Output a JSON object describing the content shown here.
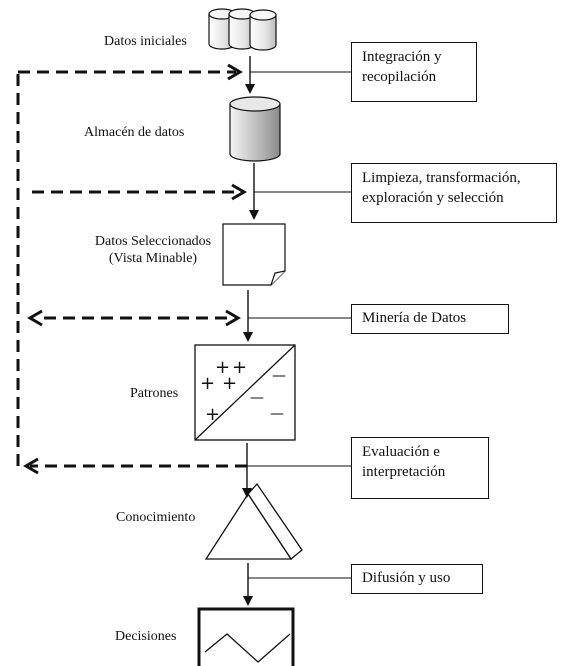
{
  "stages": {
    "datos_iniciales": "Datos iniciales",
    "almacen": "Almacén de datos",
    "seleccionados_1": "Datos Seleccionados",
    "seleccionados_2": "(Vista Minable)",
    "patrones": "Patrones",
    "conocimiento": "Conocimiento",
    "decisiones": "Decisiones"
  },
  "steps": {
    "integracion_1": "Integración y",
    "integracion_2": "recopilación",
    "limpieza_1": "Limpieza, transformación,",
    "limpieza_2": "exploración y selección",
    "mineria": "Minería de Datos",
    "evaluacion_1": "Evaluación e",
    "evaluacion_2": "interpretación",
    "difusion": "Difusión y uso"
  },
  "patron_symbols": {
    "plus": "+",
    "minus": "—"
  },
  "colors": {
    "line": "#111111",
    "cylinder_light": "#f2f2f2",
    "cylinder_dark": "#8c8c8c"
  }
}
